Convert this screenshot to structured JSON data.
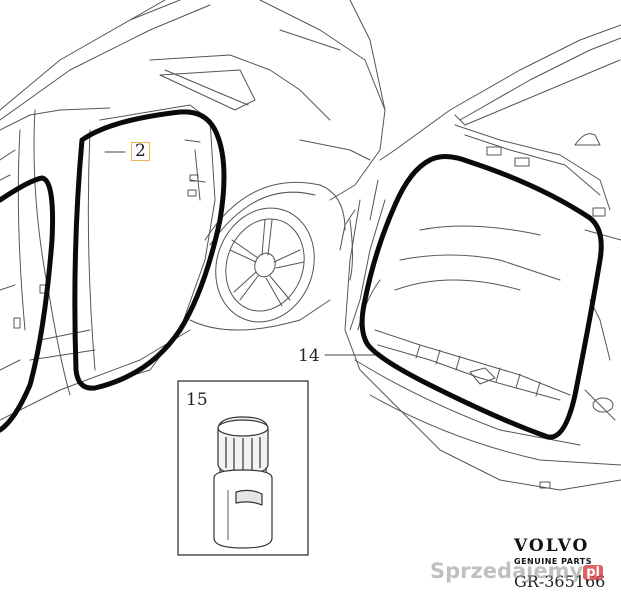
{
  "diagram": {
    "callouts": {
      "door_seal": "2",
      "tailgate_seal": "14",
      "adhesive_bottle": "15"
    },
    "brand": {
      "name": "VOLVO",
      "subtitle": "GENUINE PARTS"
    },
    "reference": "GR-365166",
    "watermark": {
      "text": "Sprzedajemy",
      "suffix": "pl"
    }
  }
}
